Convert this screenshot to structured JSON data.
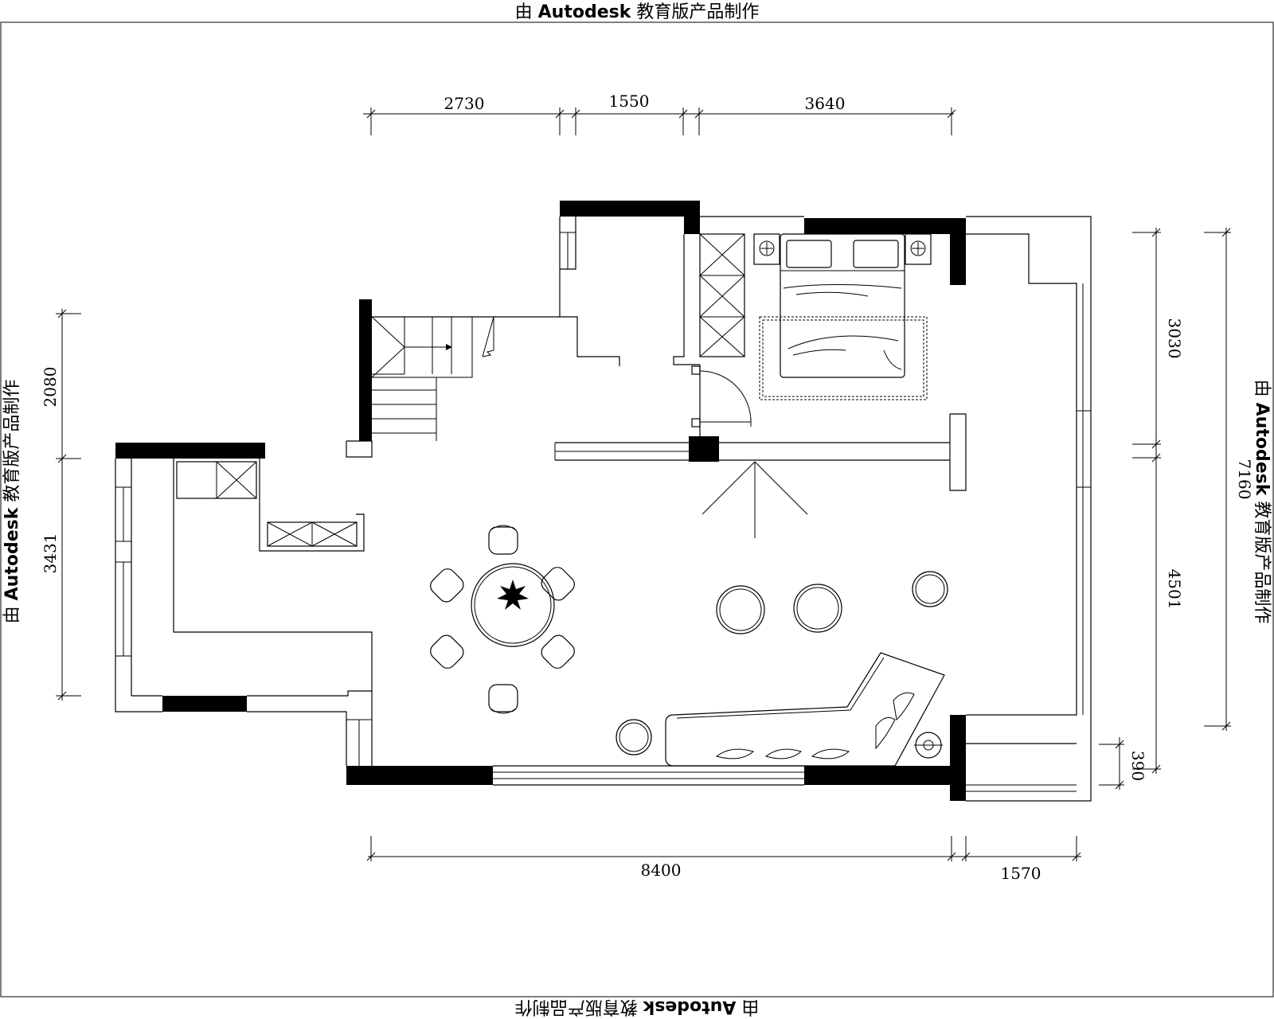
{
  "watermark": {
    "prefix": "由",
    "brand": "Autodesk",
    "suffix": "教育版产品制作"
  },
  "dimensions": {
    "top": [
      "2730",
      "1550",
      "3640"
    ],
    "bottom": [
      "8400",
      "1570"
    ],
    "left": [
      "2080",
      "3431"
    ],
    "right_inner": [
      "3030",
      "4501",
      "390"
    ],
    "right_outer": [
      "7160"
    ]
  },
  "colors": {
    "line": "#000000",
    "background": "#ffffff"
  }
}
